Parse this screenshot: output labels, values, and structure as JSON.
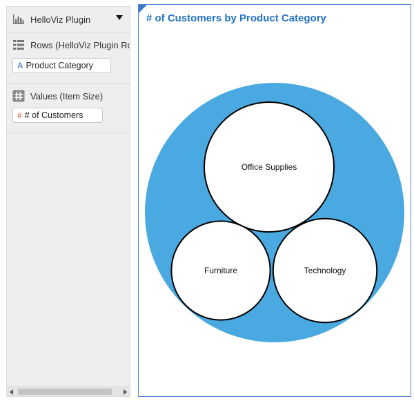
{
  "sidebar": {
    "plugin": {
      "label": "HelloViz Plugin",
      "icon": "bar-chart-icon"
    },
    "rows": {
      "heading": "Rows (HelloViz Plugin Rows)",
      "icon": "list-icon",
      "field": {
        "label": "Product Category",
        "icon": "text-field-icon",
        "icon_glyph": "A",
        "icon_color": "#6b8fc7"
      }
    },
    "values": {
      "heading": "Values (Item Size)",
      "icon": "hash-icon",
      "field": {
        "label": "# of Customers",
        "icon": "measure-field-icon",
        "icon_glyph": "#",
        "icon_color": "#e07a6a"
      }
    }
  },
  "viz": {
    "title": "# of Customers by Product Category",
    "colors": {
      "outer": "#4aa9e0",
      "bubble_fill": "#ffffff",
      "bubble_stroke": "#000000",
      "title": "#2272c3",
      "border": "#4a86d4"
    }
  },
  "chart_data": {
    "type": "bubble",
    "title": "# of Customers by Product Category",
    "size_measure": "# of Customers",
    "categories": [
      "Office Supplies",
      "Furniture",
      "Technology"
    ],
    "values": [
      100,
      58,
      64
    ]
  }
}
